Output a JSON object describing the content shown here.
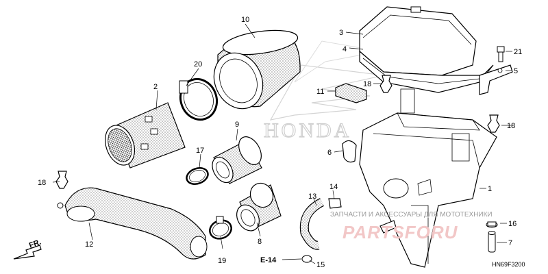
{
  "callouts": {
    "c1": "1",
    "c2": "2",
    "c3": "3",
    "c4": "4",
    "c5": "5",
    "c6": "6",
    "c7": "7",
    "c8": "8",
    "c9": "9",
    "c10": "10",
    "c11": "11",
    "c12": "12",
    "c13": "13",
    "c14": "14",
    "c15": "15",
    "c16": "16",
    "c17": "17",
    "c18a": "18",
    "c18b": "18",
    "c18c": "18",
    "c19": "19",
    "c20": "20",
    "c21": "21"
  },
  "ref_label": "E-14",
  "direction_label": "FR.",
  "diagram_code": "HN69F3200",
  "watermark": {
    "brand": "HONDA",
    "caption": "ЗАПЧАСТИ И АКСЕССУАРЫ ДЛЯ МОТОТЕХНИКИ",
    "logo": "PARTSFORU"
  }
}
